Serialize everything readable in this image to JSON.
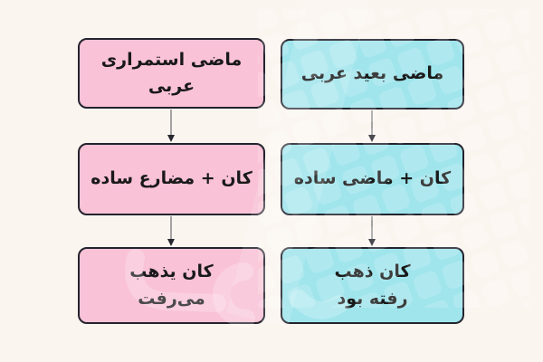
{
  "diagram": {
    "background_color": "#fbf5f0",
    "text_color": "#191919",
    "border_color": "#23232e",
    "arrow_line_color": "#8f8f8f",
    "arrow_head_color": "#26262e",
    "flows": [
      {
        "id": "pink-flow",
        "fill": "#f9c2d6",
        "nodes": [
          {
            "line1": "ماضی استمراری عربی",
            "line2": ""
          },
          {
            "line1": "کان + مضارع ساده",
            "line2": ""
          },
          {
            "line1": "کان یذهب",
            "line2": "می‌رفت"
          }
        ]
      },
      {
        "id": "cyan-flow",
        "fill": "#a0e5ec",
        "nodes": [
          {
            "line1": "ماضی بعید عربی",
            "line2": ""
          },
          {
            "line1": "کان + ماضی ساده",
            "line2": ""
          },
          {
            "line1": "کان ذهب",
            "line2": "رفته بود"
          }
        ]
      }
    ]
  }
}
